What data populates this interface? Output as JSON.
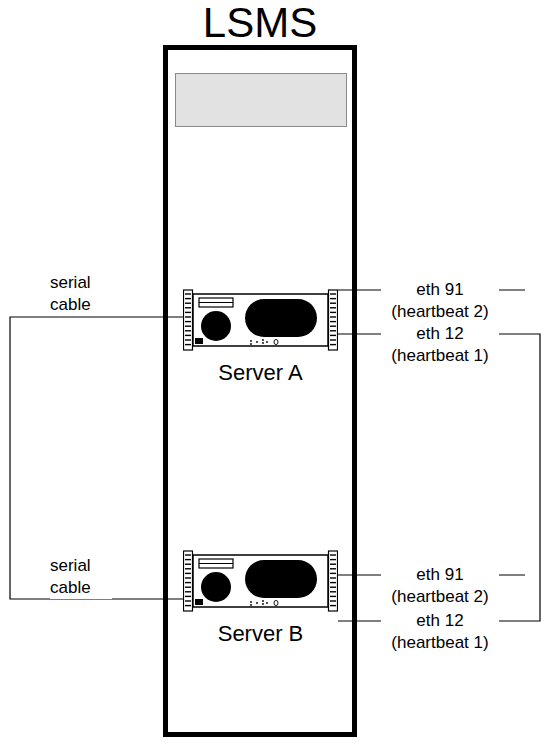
{
  "diagram": {
    "nodes": [
      {
        "text": [
          "LSMS"
        ]
      },
      {
        "text": [
          "Server A"
        ],
        "in": 0
      },
      {
        "text": [
          "Server B"
        ],
        "in": 0
      }
    ],
    "edges": [
      {
        "from": 1,
        "to": 2,
        "arrow": "none"
      },
      {
        "from": 1,
        "to": 2,
        "arrow": "none"
      }
    ],
    "labels": [
      "serial cable",
      "eth 91 (heartbeat 2)",
      "eth 12 (heartbeat 1)",
      "serial cable",
      "eth 91 (heartbeat 2)",
      "eth 12 (heartbeat 1)"
    ]
  }
}
